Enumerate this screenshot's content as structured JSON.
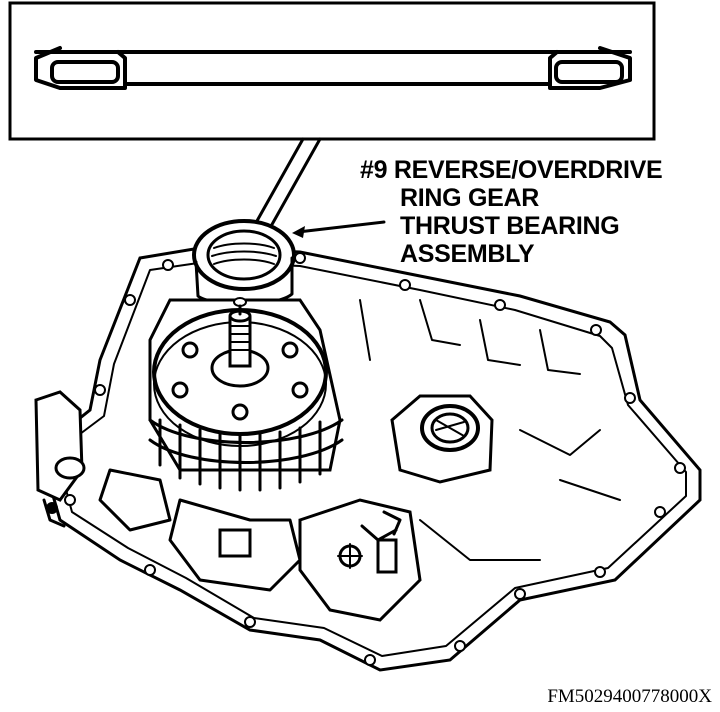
{
  "callout": {
    "lines": [
      "#9 REVERSE/OVERDRIVE",
      "RING GEAR",
      "THRUST BEARING",
      "ASSEMBLY"
    ]
  },
  "figure_id": "FM5029400778000X",
  "colors": {
    "ink": "#000000",
    "paper": "#ffffff"
  }
}
